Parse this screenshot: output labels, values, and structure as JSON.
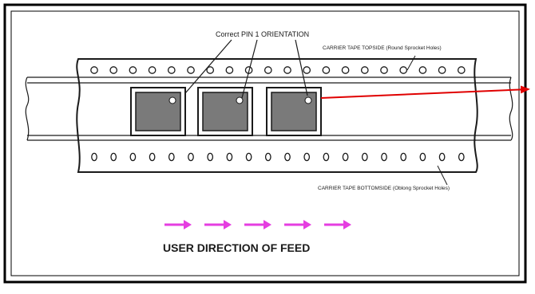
{
  "labels": {
    "pin_orientation": "Correct PIN 1 ORIENTATION",
    "tape_topside": "CARRIER TAPE TOPSIDE (Round Sprocket Holes)",
    "tape_bottomside": "CARRIER TAPE BOTTOMSIDE (Oblong Sprocket Holes)",
    "feed_direction": "USER DIRECTION OF FEED"
  },
  "pockets": 3,
  "feed_arrows": 5,
  "colors": {
    "frame": "#000000",
    "tape_outline": "#1a1a1a",
    "component_fill": "#7a7a7a",
    "feed_arrow": "#e53de0",
    "pointer_arrow": "#e00000"
  }
}
